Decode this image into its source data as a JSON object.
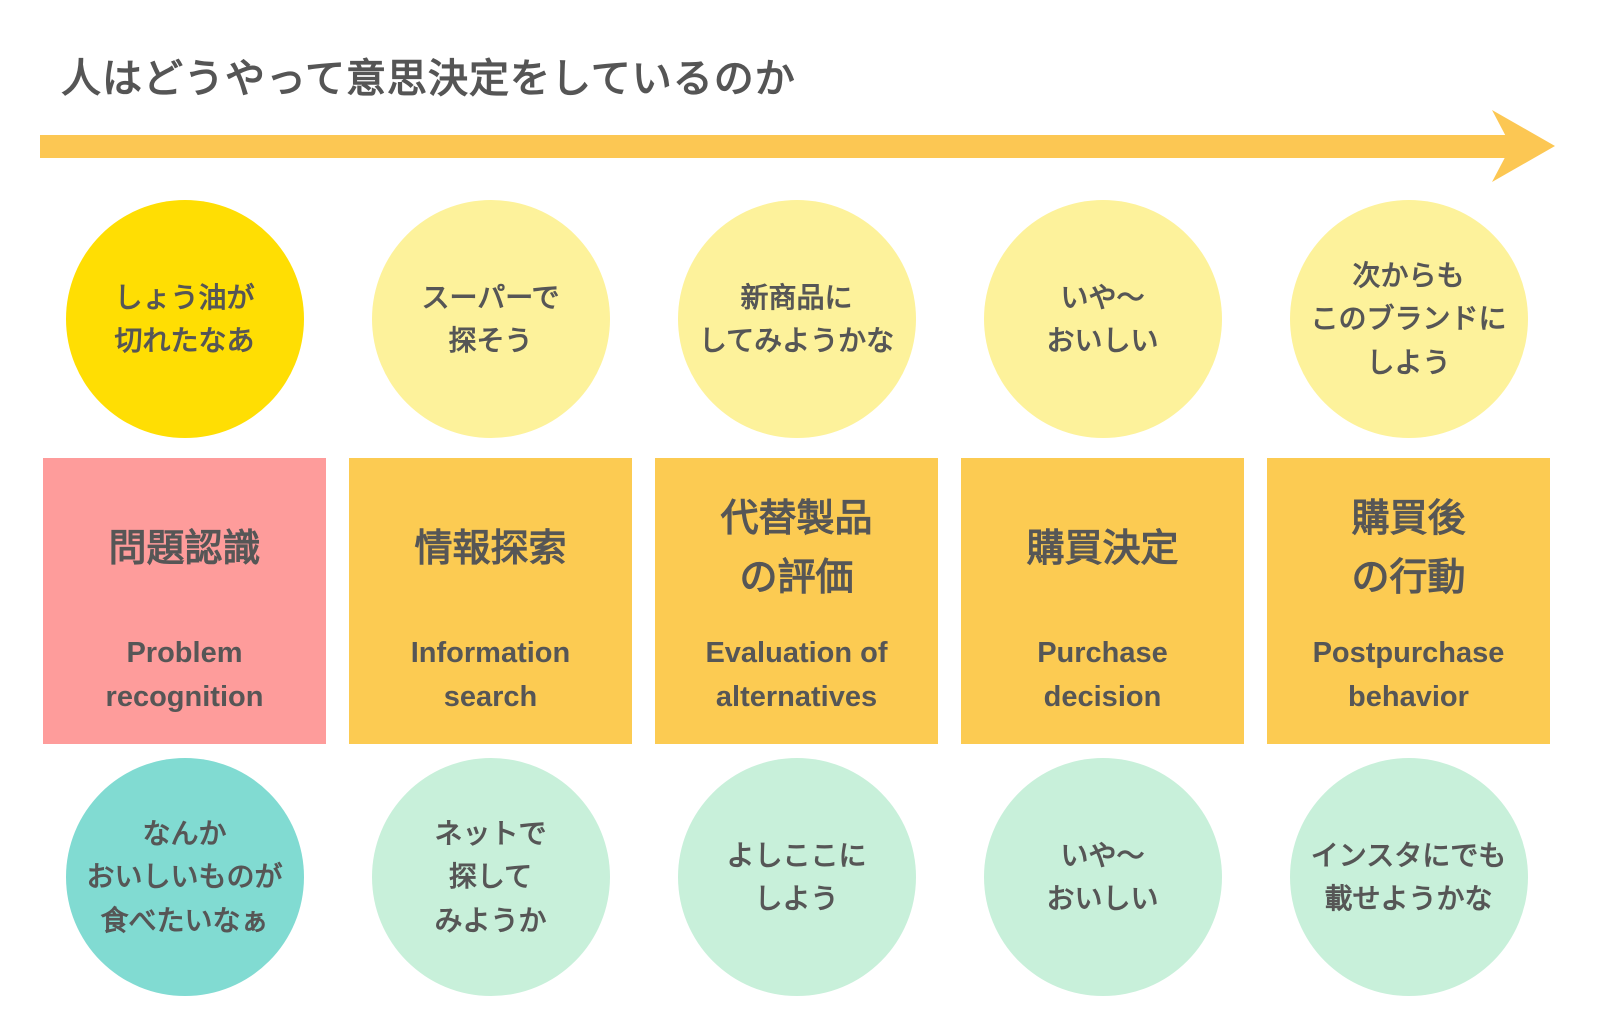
{
  "title": "人はどうやって意思決定をしているのか",
  "colors": {
    "arrow": "#FCC753",
    "text": "#565656",
    "title_text": "#555555",
    "bubble_top_highlight": "#FFDE03",
    "bubble_top_default": "#FDF29B",
    "stage_highlight": "#FE9C9B",
    "stage_default": "#FCCB52",
    "bubble_bottom_highlight": "#81DBD2",
    "bubble_bottom_default": "#C8F0DA"
  },
  "arrow": {
    "direction": "right"
  },
  "stages": [
    {
      "bubble_top": "しょう油が\n切れたなあ",
      "label_ja": "問題認識",
      "label_en": "Problem\nrecognition",
      "bubble_bottom": "なんか\nおいしいものが\n食べたいなぁ"
    },
    {
      "bubble_top": "スーパーで\n探そう",
      "label_ja": "情報探索",
      "label_en": "Information\nsearch",
      "bubble_bottom": "ネットで\n探して\nみようか"
    },
    {
      "bubble_top": "新商品に\nしてみようかな",
      "label_ja": "代替製品\nの評価",
      "label_en": "Evaluation of\nalternatives",
      "bubble_bottom": "よしここに\nしよう"
    },
    {
      "bubble_top": "いや〜\nおいしい",
      "label_ja": "購買決定",
      "label_en": "Purchase\ndecision",
      "bubble_bottom": "いや〜\nおいしい"
    },
    {
      "bubble_top": "次からも\nこのブランドに\nしよう",
      "label_ja": "購買後\nの行動",
      "label_en": "Postpurchase\nbehavior",
      "bubble_bottom": "インスタにでも\n載せようかな"
    }
  ]
}
